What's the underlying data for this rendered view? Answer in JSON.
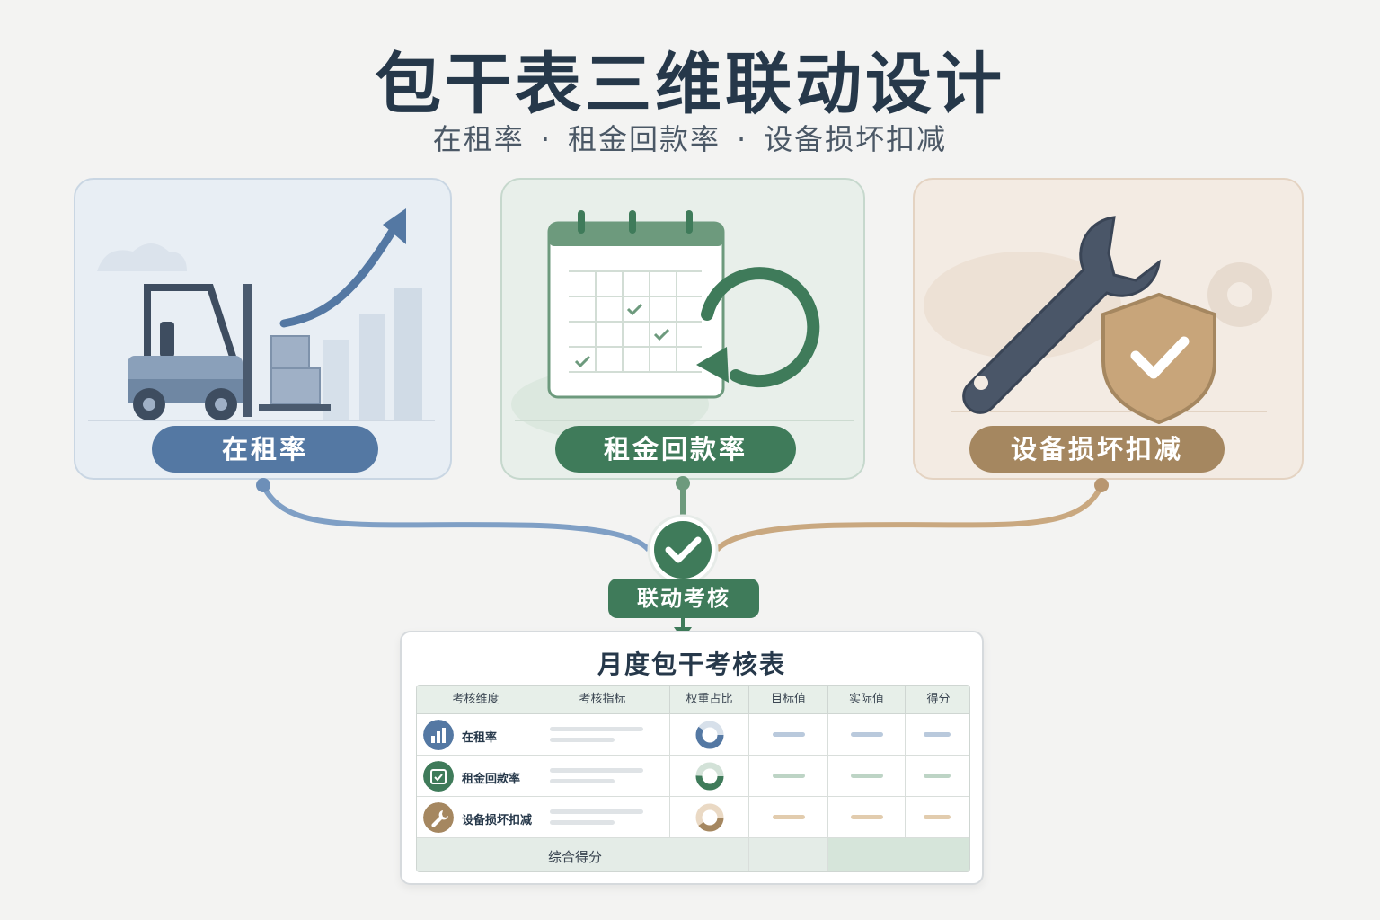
{
  "header": {
    "title": "包干表三维联动设计",
    "subtitle_items": [
      "在租率",
      "租金回款率",
      "设备损坏扣减"
    ],
    "separator": "·"
  },
  "cards": [
    {
      "label": "在租率",
      "color": "#5478a3"
    },
    {
      "label": "租金回款率",
      "color": "#3f7b5a"
    },
    {
      "label": "设备损坏扣减",
      "color": "#a58760"
    }
  ],
  "link": {
    "label": "联动考核"
  },
  "table": {
    "title": "月度包干考核表",
    "columns": [
      "考核维度",
      "考核指标",
      "权重占比",
      "目标值",
      "实际值",
      "得分"
    ],
    "rows": [
      {
        "label": "在租率",
        "color": "#5478a3",
        "dash_color": "#b9c9dc"
      },
      {
        "label": "租金回款率",
        "color": "#3f7b5a",
        "dash_color": "#bdd4c5"
      },
      {
        "label": "设备损坏扣减",
        "color": "#a58760",
        "dash_color": "#e2ccae"
      }
    ],
    "total_label": "综合得分"
  }
}
